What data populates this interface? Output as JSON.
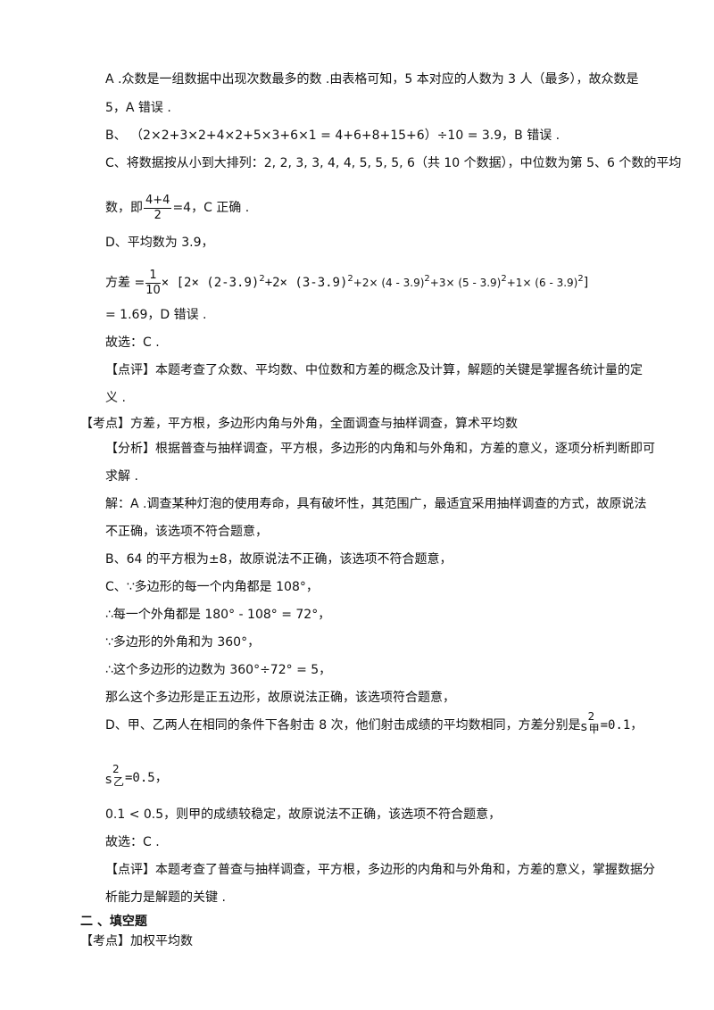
{
  "lines": {
    "l1": "A .众数是一组数据中出现次数最多的数 .由表格可知，5 本对应的人数为 3 人（最多），故众数是",
    "l2": "5，A 错误 .",
    "l3": "B、 （2×2+3×2+4×2+5×3+6×1 = 4+6+8+15+6）÷10 = 3.9，B 错误 .",
    "l4": "C、将数据按从小到大排列：2, 2, 3, 3, 4, 4, 5, 5, 5, 6（共 10 个数据），中位数为第 5、6 个数的平均",
    "l5_pre": "数，即",
    "l5_num": "4+4",
    "l5_den": "2",
    "l5_post": "=4，C 正确 .",
    "l6": "D、平均数为 3.9，",
    "l7_pre": "方差 =",
    "l7_num": "1",
    "l7_den": "10",
    "l7_a": "× [2× (2-3.9)",
    "l7_b": "+2× (3-3.9)",
    "l7_c": "+2× (4 - 3.9)",
    "l7_d": "+3× (5 - 3.9)",
    "l7_e": "+1× (6 - 3.9)",
    "l7_end": "]",
    "sq": "2",
    "l8": "= 1.69，D 错误 .",
    "l9": "故选：C .",
    "l10": "【点评】本题考查了众数、平均数、中位数和方差的概念及计算，解题的关键是掌握各统计量的定",
    "l11": "义 .",
    "l12": "【考点】方差，平方根，多边形内角与外角，全面调查与抽样调查，算术平均数",
    "l13": "【分析】根据普查与抽样调查，平方根，多边形的内角和与外角和，方差的意义，逐项分析判断即可",
    "l14": "求解 .",
    "l15": "解：A .调查某种灯泡的使用寿命，具有破坏性，其范围广，最适宜采用抽样调查的方式，故原说法",
    "l16": "不正确，该选项不符合题意，",
    "l17": "B、64 的平方根为±8，故原说法不正确，该选项不符合题意，",
    "l18": "C、∵多边形的每一个内角都是 108°，",
    "l19": "∴每一个外角都是 180° - 108° = 72°，",
    "l20": "∵多边形的外角和为 360°，",
    "l21": "∴这个多边形的边数为 360°÷72° = 5，",
    "l22": "那么这个多边形是正五边形，故原说法正确，该选项符合题意，",
    "l23_pre": "D、甲、乙两人在相同的条件下各射击 8 次，他们射击成绩的平均数相同，方差分别是",
    "s_letter": "s",
    "s_sup": "2",
    "s_sub_jia": "甲",
    "l23_val": "=0.1，",
    "s_sub_yi": "乙",
    "l24_val": "=0.5，",
    "l25": "0.1 < 0.5，则甲的成绩较稳定，故原说法不正确，该选项不符合题意，",
    "l26": "故选：C .",
    "l27": "【点评】本题考查了普查与抽样调查，平方根，多边形的内角和与外角和，方差的意义，掌握数据分",
    "l28": "析能力是解题的关键 .",
    "l29": "二 、填空题",
    "l30": "【考点】加权平均数"
  }
}
